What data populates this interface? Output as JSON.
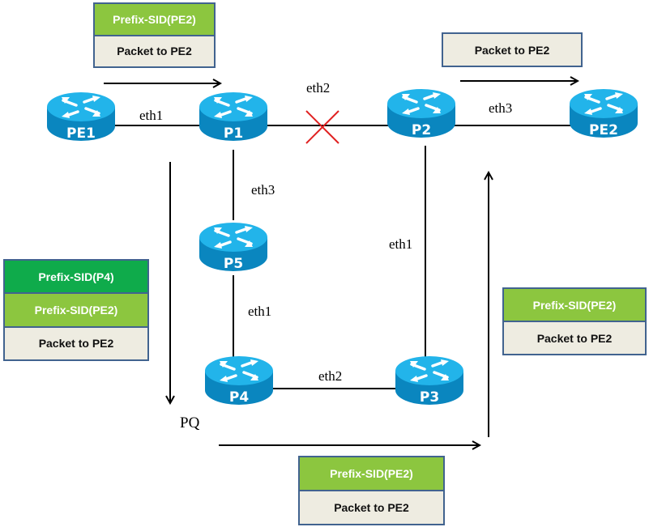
{
  "routers": [
    "PE1",
    "P1",
    "P2",
    "PE2",
    "P5",
    "P4",
    "P3"
  ],
  "links": {
    "pe1_p1": "eth1",
    "p1_p2": "eth2",
    "p2_pe2": "eth3",
    "p1_p5": "eth3",
    "p2_p3": "eth1",
    "p5_p4": "eth1",
    "p4_p3": "eth2"
  },
  "pq_label": "PQ",
  "stacks": {
    "top_left": [
      "Prefix-SID(PE2)",
      "Packet to PE2"
    ],
    "top_right": [
      "Packet to PE2"
    ],
    "left": [
      "Prefix-SID(P4)",
      "Prefix-SID(PE2)",
      "Packet to PE2"
    ],
    "right": [
      "Prefix-SID(PE2)",
      "Packet to PE2"
    ],
    "bottom": [
      "Prefix-SID(PE2)",
      "Packet to PE2"
    ]
  },
  "colors": {
    "router_top": "#22b4ea",
    "router_side": "#0a86bf",
    "sid_green": "#8cc63f",
    "sid_dark_green": "#0fab4b",
    "packet": "#eeece1",
    "failure": "#e02020"
  }
}
